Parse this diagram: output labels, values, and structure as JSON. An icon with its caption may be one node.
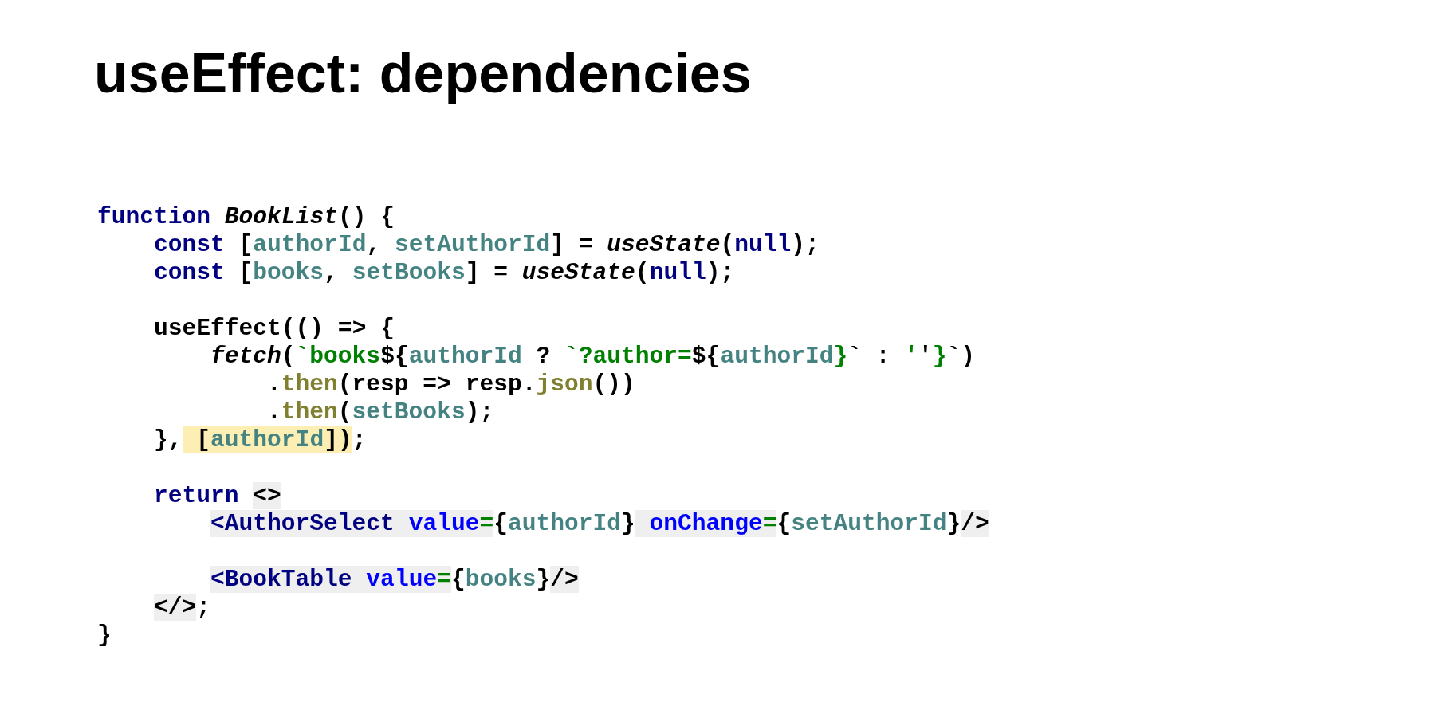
{
  "diagram": {
    "title": "useEffect: dependencies",
    "labels": [
      "function BookList() {",
      "const [authorId, setAuthorId] = useState(null);",
      "const [books, setBooks] = useState(null);",
      "useEffect(() => {",
      "fetch(`books${authorId ? `?author=${authorId}` : ''}`)",
      ".then(resp => resp.json())",
      ".then(setBooks);",
      "}, [authorId]);",
      "return <>",
      "<AuthorSelect value={authorId} onChange={setAuthorId}/>",
      "<BookTable value={books}/>",
      "</>;",
      "}"
    ]
  }
}
